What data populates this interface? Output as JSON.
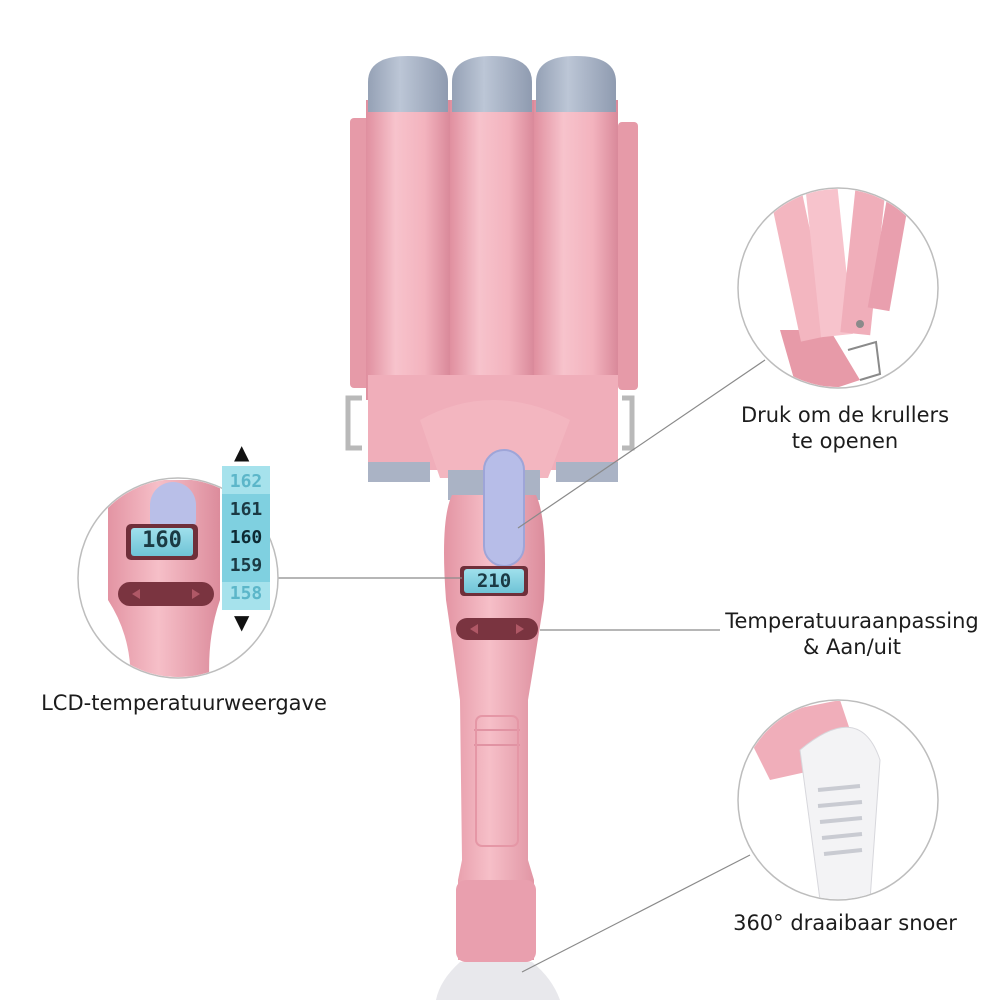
{
  "callouts": {
    "open": {
      "line1": "Druk om de krullers",
      "line2": "te openen"
    },
    "temp_control": {
      "line1": "Temperatuuraanpassing",
      "line2": "& Aan/uit"
    },
    "lcd": {
      "text": "LCD-temperatuurweergave"
    },
    "cord": {
      "text": "360° draaibaar snoer"
    }
  },
  "display": {
    "main_value": "210",
    "zoom_value": "160",
    "scale": [
      "162",
      "161",
      "160",
      "159",
      "158"
    ],
    "up_arrow": "▲",
    "down_arrow": "▼"
  },
  "colors": {
    "pink": "#f4b9c3",
    "pink_dark": "#e79aa8",
    "pink_shade": "#d98896",
    "cap_gray": "#a9b4c6",
    "button_lavender": "#b9bfe8",
    "lcd_blue": "#8fd8e6",
    "control_dark": "#7a3440"
  }
}
